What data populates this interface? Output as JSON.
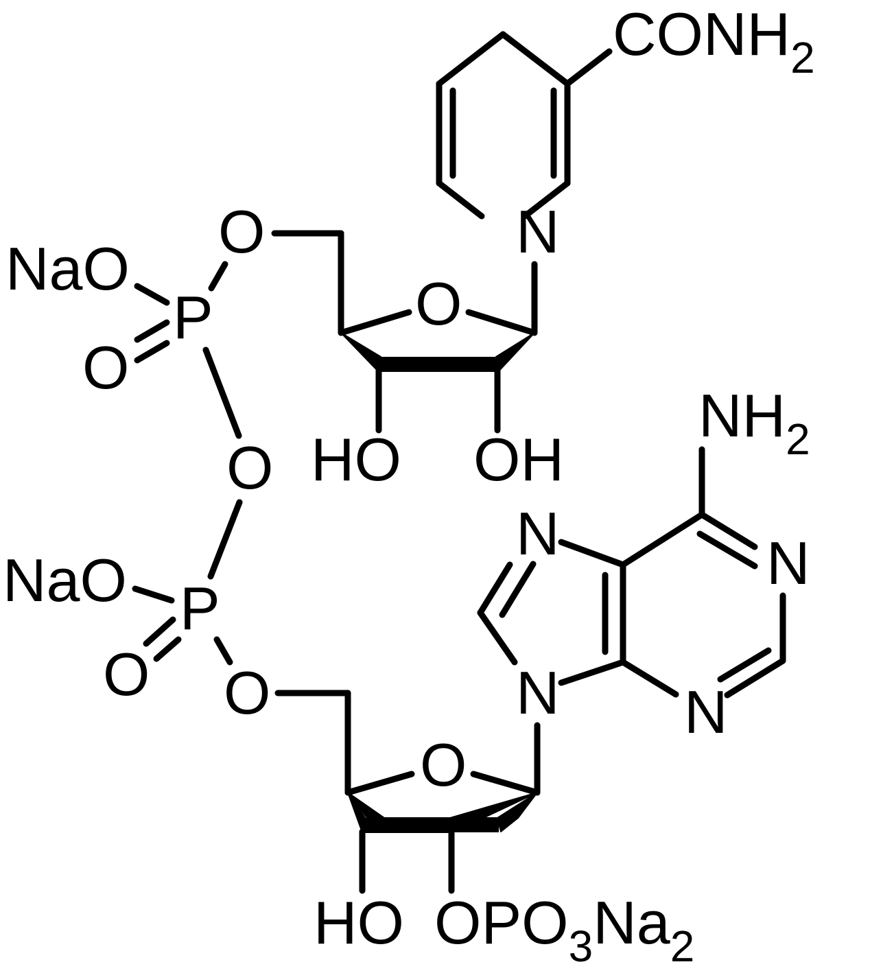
{
  "title": "NADPH tetrasodium salt structure",
  "colors": {
    "ink": "#000000",
    "background": "#ffffff"
  },
  "labels": {
    "conh2_main": "CONH",
    "conh2_sub": "2",
    "nicotinamide_n": "N",
    "phosphate1_nao": "NaO",
    "phosphate1_p": "P",
    "phosphate1_o_double": "O",
    "phosphate1_o_ester": "O",
    "ribose1_ring_o": "O",
    "ribose1_ho": "HO",
    "ribose1_oh": "OH",
    "bridge_o": "O",
    "phosphate2_nao": "NaO",
    "phosphate2_p": "P",
    "phosphate2_o_double": "O",
    "phosphate2_o_ester": "O",
    "adenine_nh2_main": "NH",
    "adenine_nh2_sub": "2",
    "adenine_n7": "N",
    "adenine_n1": "N",
    "adenine_n9": "N",
    "adenine_n3": "N",
    "ribose2_ring_o": "O",
    "ribose2_ho": "HO",
    "ribose2_opo3_main": "OPO",
    "ribose2_opo3_sub3": "3",
    "ribose2_na": "Na",
    "ribose2_na_sub2": "2"
  }
}
